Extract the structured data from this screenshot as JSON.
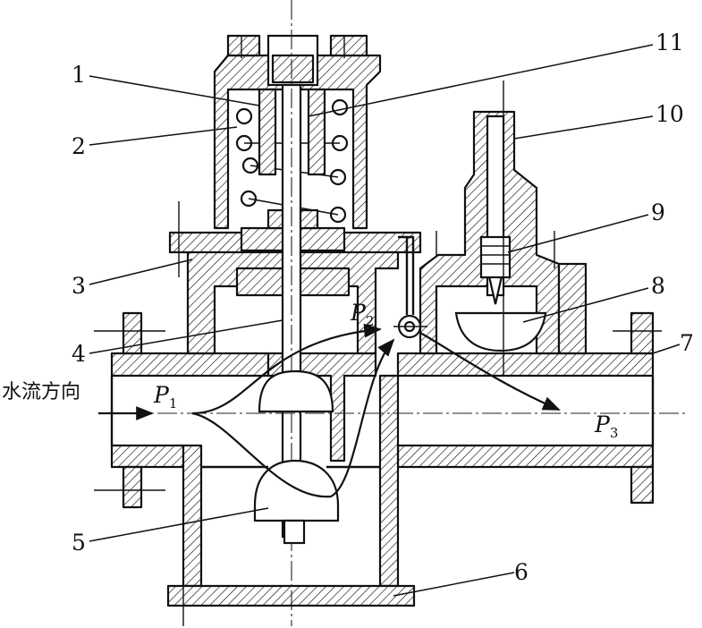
{
  "labels": {
    "n1": "1",
    "n2": "2",
    "n3": "3",
    "n4": "4",
    "n5": "5",
    "n6": "6",
    "n7": "7",
    "n8": "8",
    "n9": "9",
    "n10": "10",
    "n11": "11"
  },
  "flow_direction": "水流方向",
  "pressures": {
    "p1": {
      "main": "P",
      "sub": "1"
    },
    "p2": {
      "main": "P",
      "sub": "2"
    },
    "p3": {
      "main": "P",
      "sub": "3"
    }
  }
}
